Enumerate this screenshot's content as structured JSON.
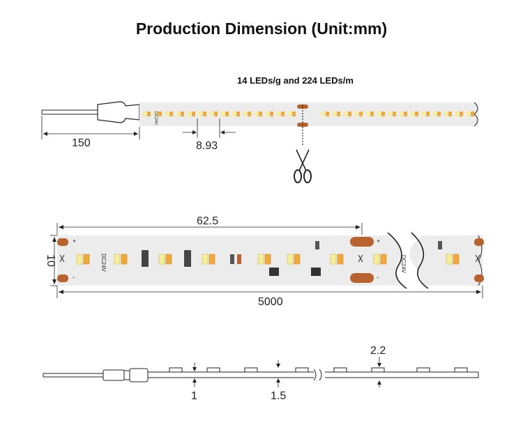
{
  "title": "Production Dimension (Unit:mm)",
  "subtitle": "14 LEDs/g and 224 LEDs/m",
  "strip_label": "DC24V",
  "dimensions": {
    "lead_length": "150",
    "led_pitch": "8.93",
    "cut_length": "62.5",
    "width": "10",
    "total_length": "5000",
    "led_height": "2.2",
    "pcb_thickness": "1",
    "total_thickness": "1.5"
  },
  "pad_marks": {
    "plus": "+",
    "minus": "-"
  },
  "colors": {
    "strip": "#ececec",
    "warm_led": "#f2a93b",
    "cool_led": "#f6ef9a",
    "pad": "#b8632f",
    "line": "#222222"
  }
}
